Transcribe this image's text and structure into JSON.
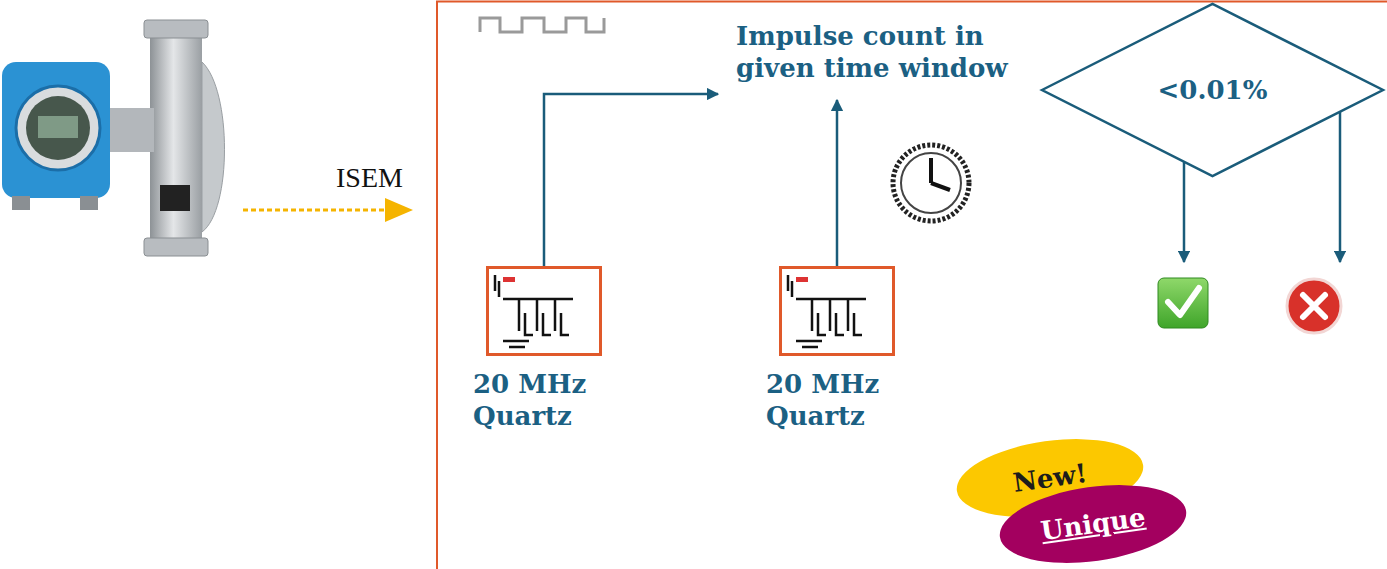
{
  "diagram": {
    "nodes": [
      {
        "text": [
          "Impulse count in given time window"
        ]
      },
      {
        "text": [
          "<0.01%"
        ]
      },
      {
        "text": [
          "20 MHz Quartz"
        ]
      },
      {
        "text": [
          "20 MHz Quartz"
        ]
      },
      {
        "text": [
          "New!"
        ]
      },
      {
        "text": [
          "Unique"
        ]
      }
    ],
    "edges": [
      {
        "from": 2,
        "to": 0,
        "arrow": "to"
      },
      {
        "from": 3,
        "to": 0,
        "arrow": "to"
      }
    ],
    "labels": [
      "ISEM"
    ]
  }
}
